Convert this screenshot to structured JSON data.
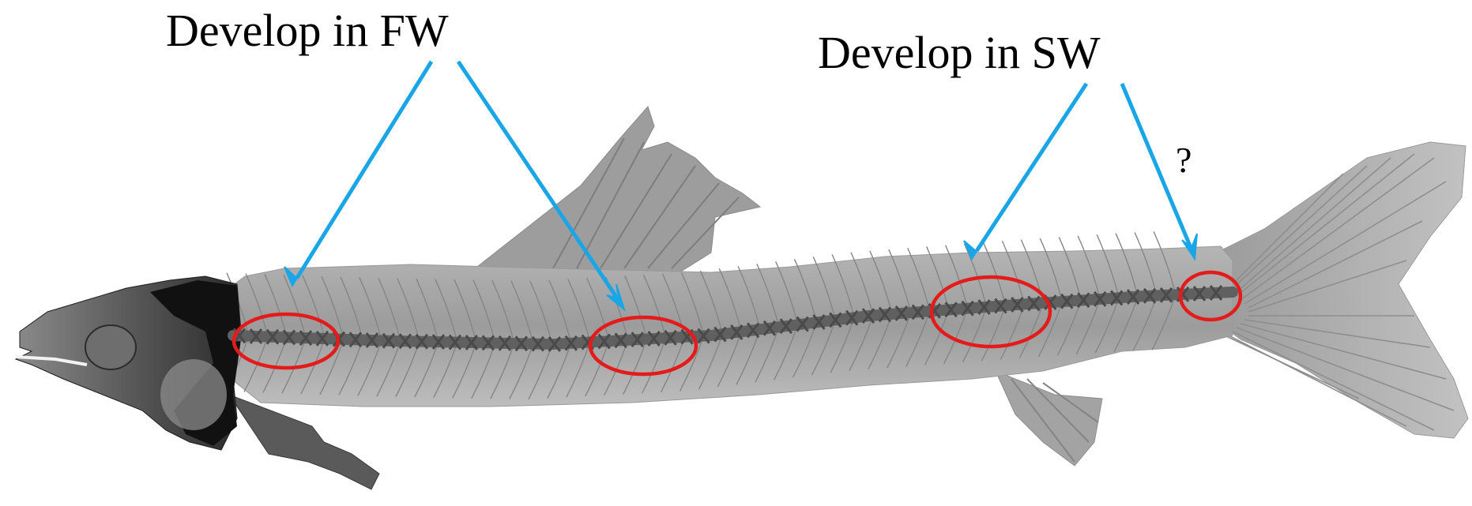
{
  "labels": {
    "freshwater": "Develop in FW",
    "seawater": "Develop in SW",
    "uncertain": "?"
  },
  "colors": {
    "arrow": "#1aa6e6",
    "highlight_ring": "#e41b1b",
    "fish_body": "#a9a9a9",
    "fish_dark": "#1f1f1f",
    "vertebra": "#4a4a4a"
  },
  "figure": {
    "subject": "x-ray of fish skeleton",
    "highlighted_regions": [
      {
        "id": "anterior-trunk",
        "group": "freshwater"
      },
      {
        "id": "mid-trunk",
        "group": "freshwater"
      },
      {
        "id": "posterior-trunk",
        "group": "seawater"
      },
      {
        "id": "caudal-peduncle",
        "group": "seawater-uncertain"
      }
    ]
  }
}
